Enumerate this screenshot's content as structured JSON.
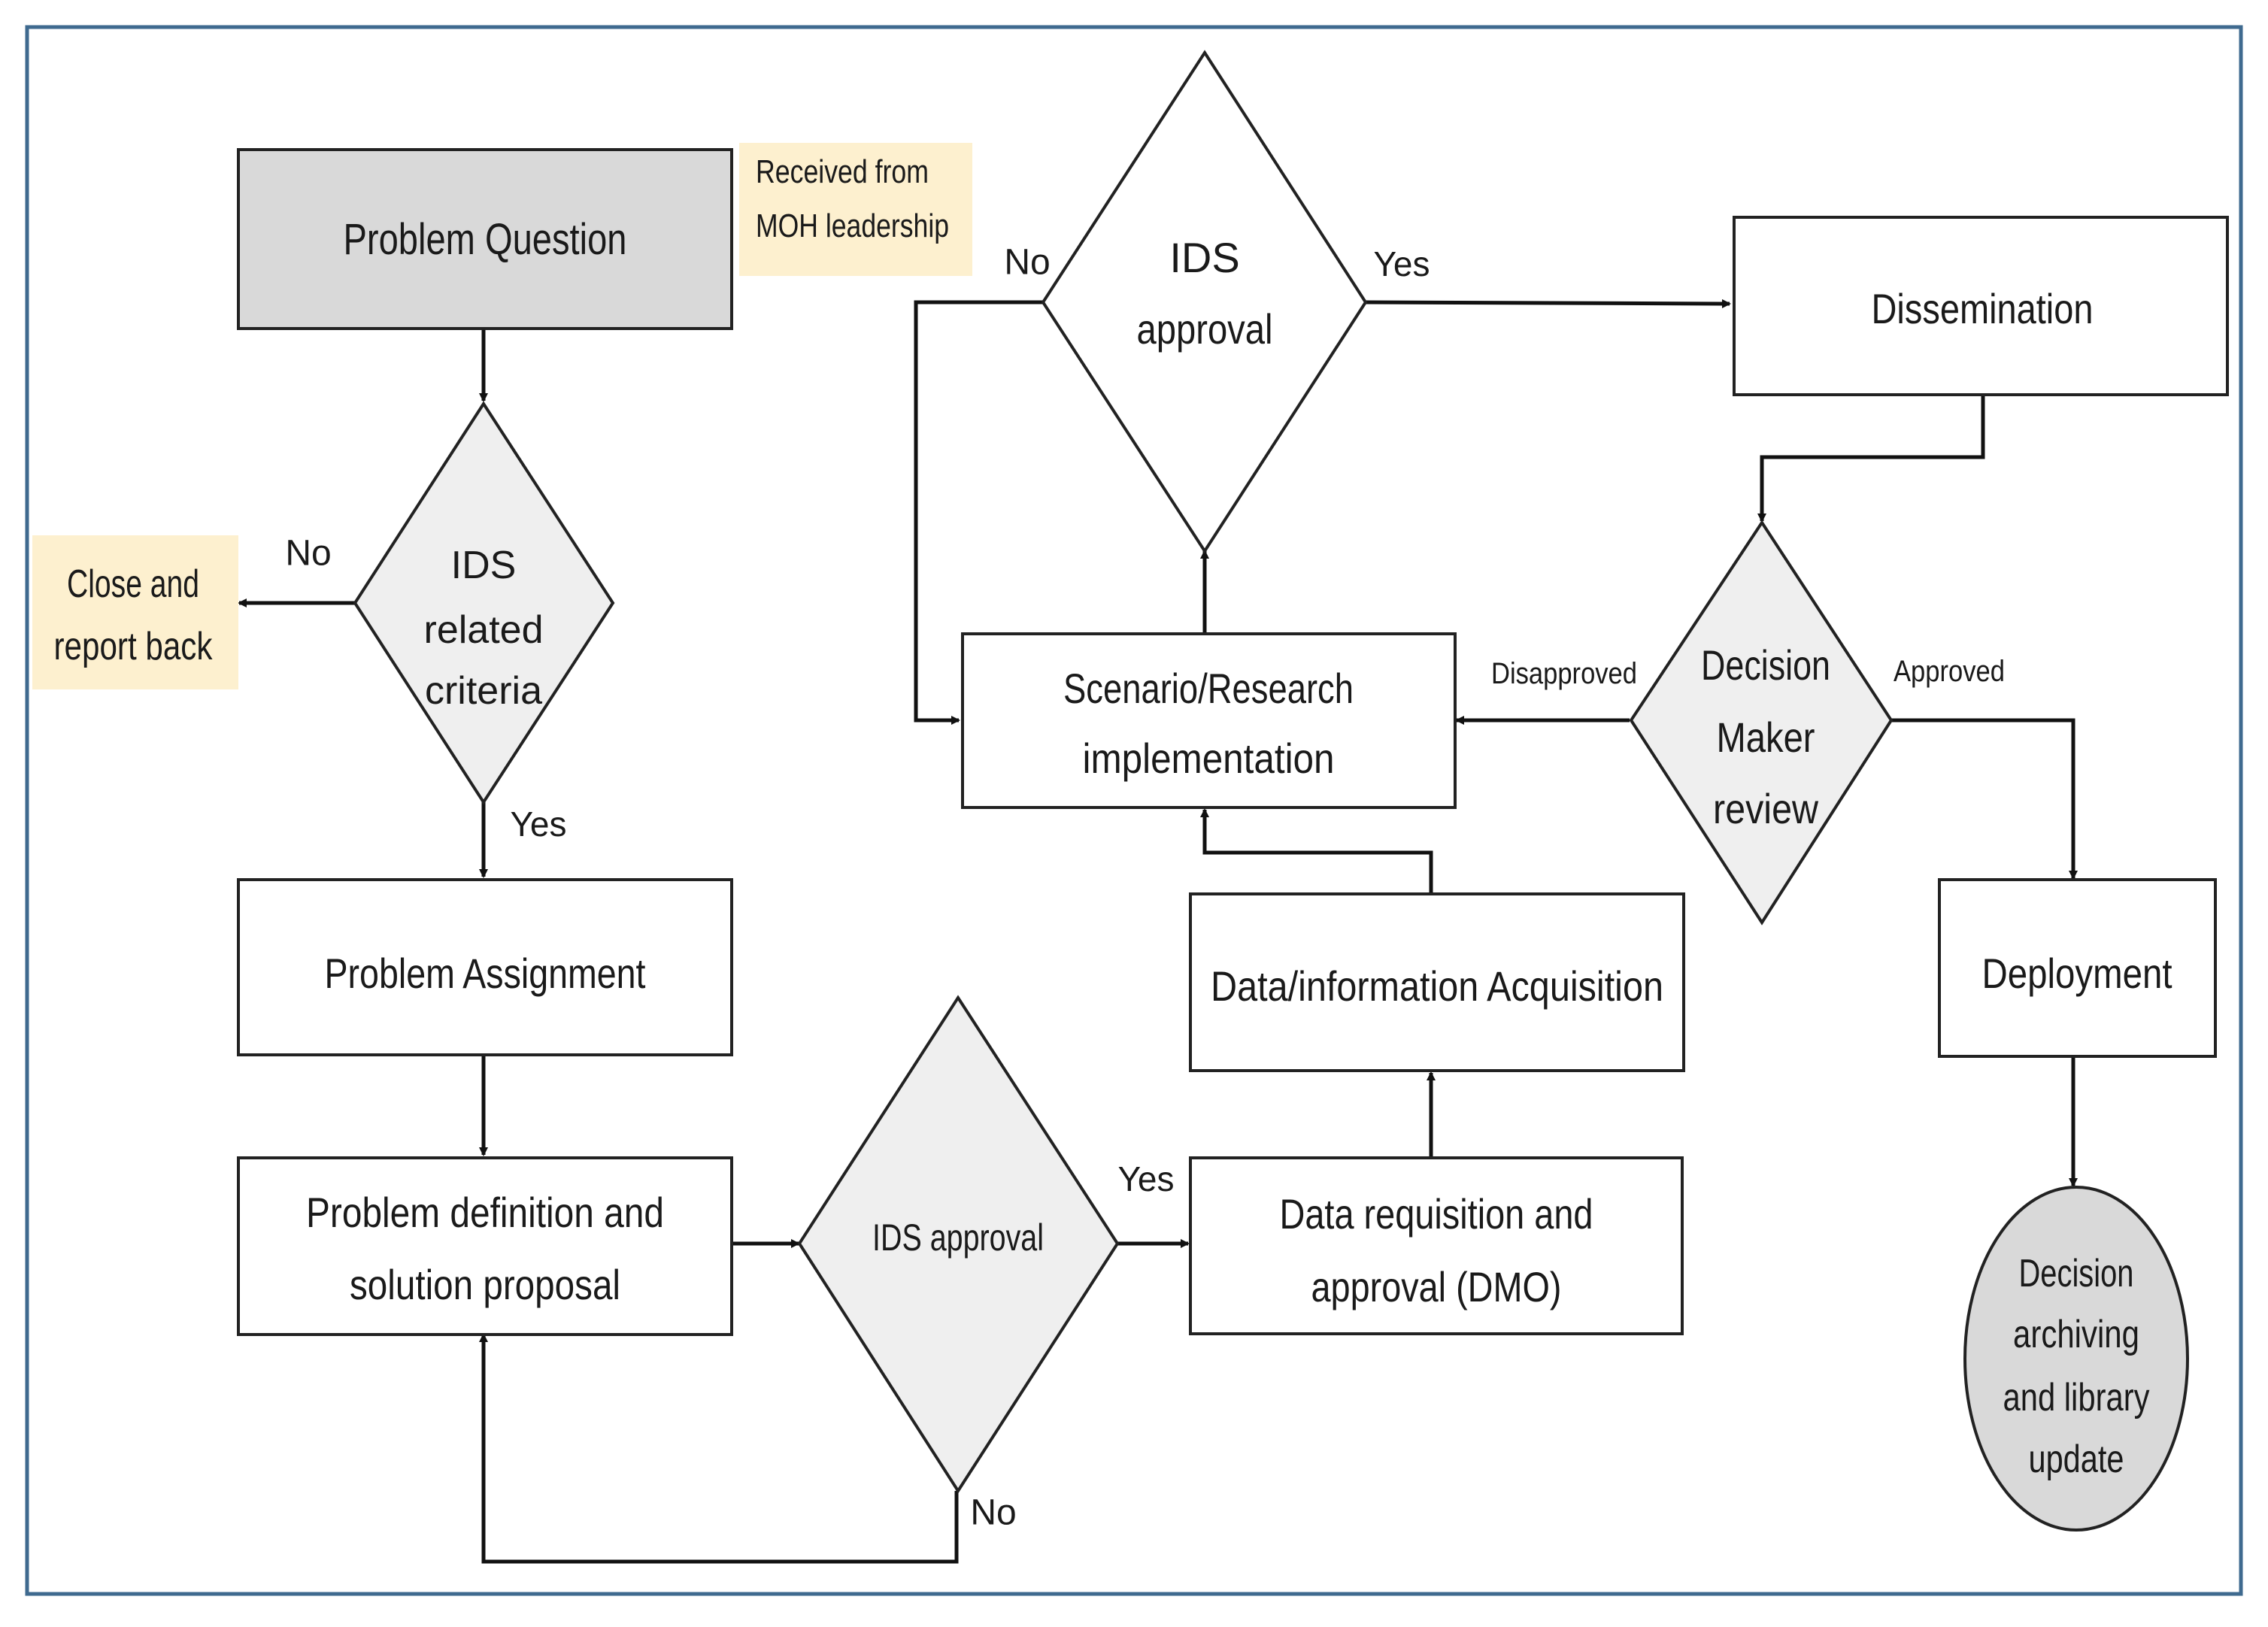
{
  "colors": {
    "frame": "#3f6a8f",
    "box_fill": "#ffffff",
    "box_start_fill": "#d9d9d9",
    "diamond_fill": "#efefef",
    "note_fill": "#fdf0cf",
    "terminal_fill": "#d9d9d9",
    "stroke": "#222222"
  },
  "nodes": {
    "problem_question": {
      "lines": [
        "Problem Question"
      ]
    },
    "received_note": {
      "lines": [
        "Received from",
        "MOH leadership"
      ]
    },
    "ids_related_criteria": {
      "lines": [
        "IDS",
        "related",
        "criteria"
      ]
    },
    "close_report": {
      "lines": [
        "Close and",
        "report back"
      ]
    },
    "problem_assignment": {
      "lines": [
        "Problem Assignment"
      ]
    },
    "problem_definition": {
      "lines": [
        "Problem definition and",
        "solution proposal"
      ]
    },
    "ids_approval_bottom": {
      "lines": [
        "IDS approval"
      ]
    },
    "data_requisition": {
      "lines": [
        "Data requisition and",
        "approval (DMO)"
      ]
    },
    "data_acquisition": {
      "lines": [
        "Data/information Acquisition"
      ]
    },
    "scenario_research": {
      "lines": [
        "Scenario/Research",
        "implementation"
      ]
    },
    "ids_approval_top": {
      "lines": [
        "IDS",
        "approval"
      ]
    },
    "dissemination": {
      "lines": [
        "Dissemination"
      ]
    },
    "decision_maker_review": {
      "lines": [
        "Decision",
        "Maker",
        "review"
      ]
    },
    "deployment": {
      "lines": [
        "Deployment"
      ]
    },
    "decision_archiving": {
      "lines": [
        "Decision",
        "archiving",
        "and library",
        "update"
      ]
    }
  },
  "edge_labels": {
    "criteria_no": "No",
    "criteria_yes": "Yes",
    "bottom_yes": "Yes",
    "bottom_no": "No",
    "top_no": "No",
    "top_yes": "Yes",
    "review_disapproved": "Disapproved",
    "review_approved": "Approved"
  }
}
